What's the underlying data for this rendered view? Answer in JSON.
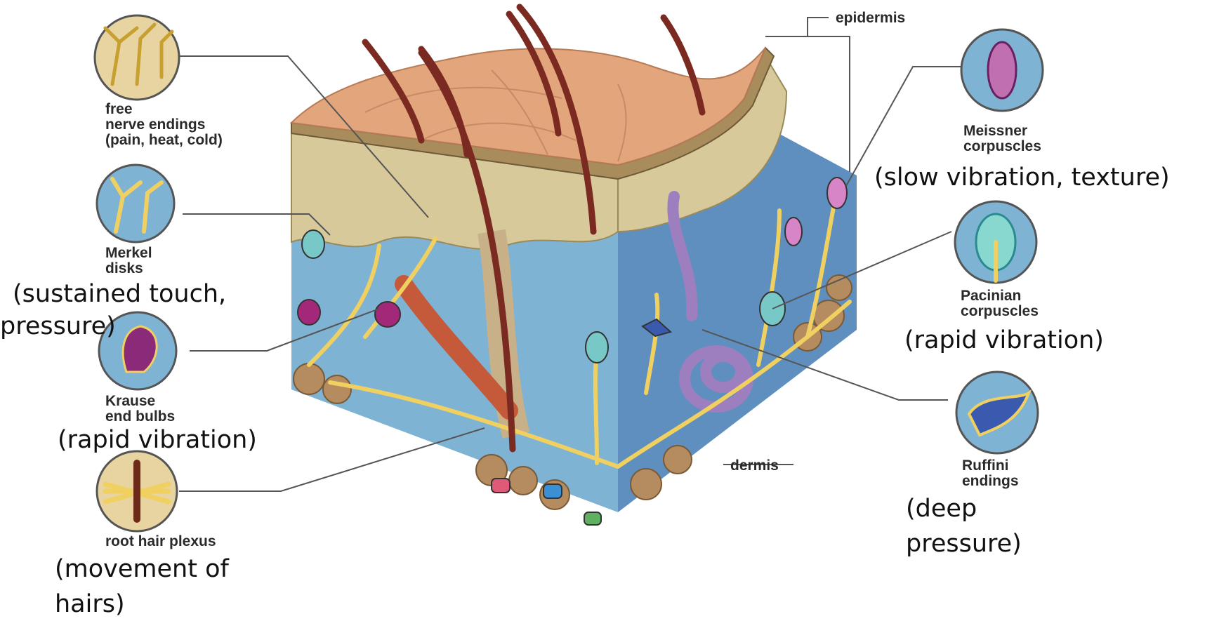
{
  "diagram": {
    "colors": {
      "skin_surface": "#e2a57c",
      "epidermis": "#d8c99a",
      "dermis": "#7fb3d4",
      "dermis_side": "#5f8fbf",
      "nerve": "#f0d060",
      "hair": "#7a2a20",
      "fat": "#b48c60",
      "gland": "#9d7fc0",
      "callout_bg": "#7fb3d4"
    },
    "labels": {
      "epidermis": "epidermis",
      "dermis": "dermis",
      "free_nerve_endings": [
        "free",
        "nerve endings",
        "(pain, heat, cold)"
      ],
      "merkel": [
        "Merkel",
        "disks"
      ],
      "krause": [
        "Krause",
        "end bulbs"
      ],
      "root_hair": [
        "root hair plexus"
      ],
      "meissner": [
        "Meissner",
        "corpuscles"
      ],
      "pacinian": [
        "Pacinian",
        "corpuscles"
      ],
      "ruffini": [
        "Ruffini",
        "endings"
      ]
    },
    "annotations": {
      "merkel": [
        "(sustained touch,",
        "pressure)"
      ],
      "krause": [
        "(rapid vibration)"
      ],
      "root_hair": [
        "(movement of",
        "hairs)"
      ],
      "meissner": [
        "(slow vibration, texture)"
      ],
      "pacinian": [
        "(rapid vibration)"
      ],
      "ruffini": [
        "(deep",
        "pressure)"
      ]
    }
  }
}
